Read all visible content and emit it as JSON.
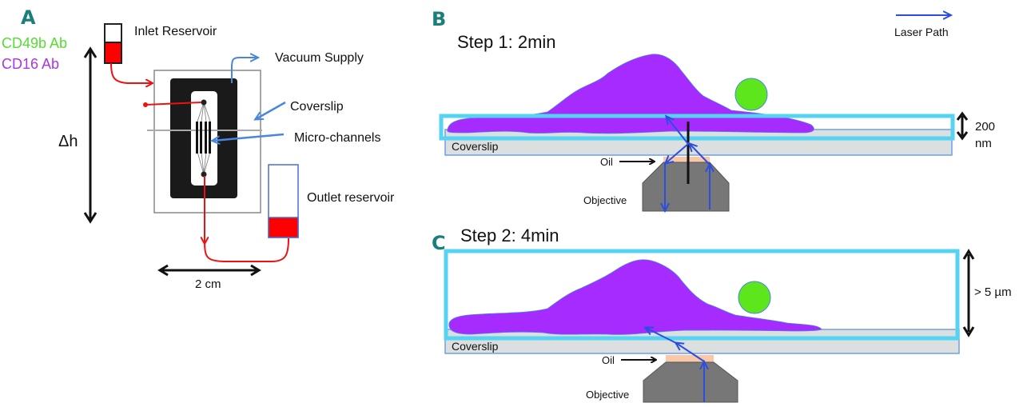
{
  "panels": {
    "a": {
      "letter": "A",
      "antibodies": [
        {
          "label": "CD49b Ab",
          "color": "#55dd33"
        },
        {
          "label": "CD16 Ab",
          "color": "#aa33ee"
        }
      ],
      "height_label": "Δh",
      "inlet_label": "Inlet Reservoir",
      "vacuum_label": "Vacuum Supply",
      "coverslip_label": "Coverslip",
      "microchannels_label": "Micro-channels",
      "outlet_label": "Outlet reservoir",
      "scale_label": "2 cm"
    },
    "b": {
      "letter": "B",
      "title": "Step 1: 2min",
      "legend_label": "Laser Path",
      "thickness_label_1": "200",
      "thickness_label_2": "nm",
      "coverslip_label": "Coverslip",
      "oil_label": "Oil",
      "objective_label": "Objective"
    },
    "c": {
      "letter": "C",
      "title": "Step 2: 4min",
      "thickness_label": "> 5 µm",
      "coverslip_label": "Coverslip",
      "oil_label": "Oil",
      "objective_label": "Objective"
    }
  },
  "colors": {
    "panel_letter": "#1a7f7a",
    "reservoir_fluid": "#ff0000",
    "cell": "#a52bff",
    "bead": "#5ee61c",
    "illumination_box": "#55d3f2",
    "laser": "#2a4fe0",
    "coverslip": "#dcdfe0",
    "objective": "#777777",
    "oil": "#f8c8a8"
  }
}
